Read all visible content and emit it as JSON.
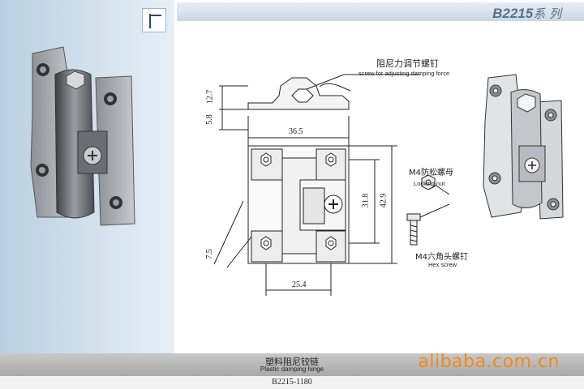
{
  "header": {
    "series_code": "B2215",
    "series_suffix": "系 列"
  },
  "callouts": {
    "damping_screw_cn": "阻尼力调节螺钉",
    "damping_screw_en": "screw for adjusting damping force",
    "locking_nut_cn": "M4防松螺母",
    "locking_nut_en": "Locking nut",
    "hex_screw_cn": "M4六角头螺钉",
    "hex_screw_en": "Hex screw"
  },
  "dimensions": {
    "height_side": "12.7",
    "offset_side": "5.8",
    "width_top": "36.5",
    "inner_height": "31.8",
    "outer_height": "42.9",
    "hole_pitch": "7.5",
    "bottom_width": "25.4"
  },
  "footer": {
    "product_cn": "塑料阻尼铰链",
    "product_en": "Plastic damping hinge",
    "model_no": "B2215-1180",
    "watermark": "alibaba.com.cn"
  }
}
